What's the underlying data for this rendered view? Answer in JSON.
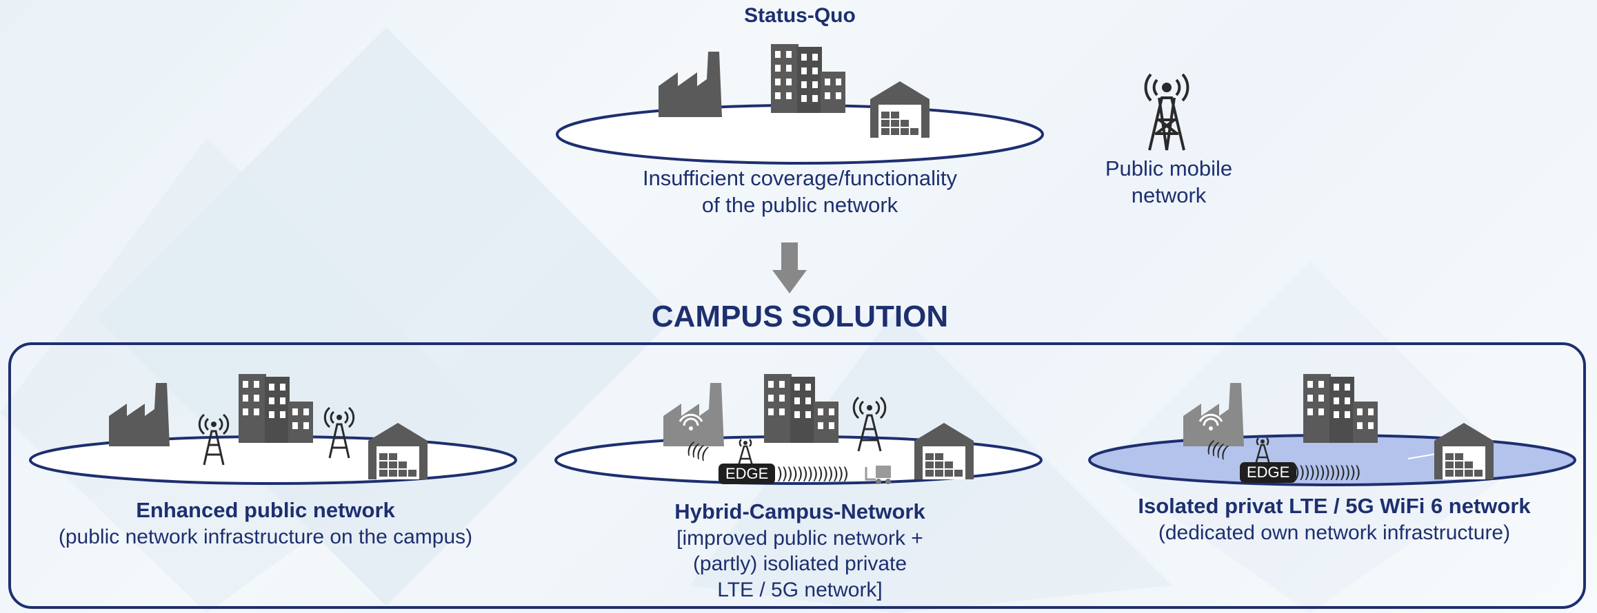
{
  "status_quo": {
    "title": "Status-Quo",
    "caption_line1": "Insufficient coverage/functionality",
    "caption_line2": "of the public network"
  },
  "public_mobile": {
    "line1": "Public mobile",
    "line2": "network"
  },
  "campus": {
    "title": "CAMPUS SOLUTION",
    "sections": [
      {
        "title": "Enhanced public network",
        "subtitle": "(public network infrastructure on the campus)"
      },
      {
        "title": "Hybrid-Campus-Network",
        "line1": "[improved public network +",
        "line2": "(partly) isoliated private",
        "line3": "LTE / 5G network]",
        "edge_label": "EDGE"
      },
      {
        "title": "Isolated privat LTE / 5G WiFi 6 network",
        "subtitle": "(dedicated own network infrastructure)",
        "edge_label": "EDGE"
      }
    ]
  },
  "colors": {
    "navy": "#1d2f6f",
    "building": "#5a5a5a",
    "isolated_fill": "#b3c3ec"
  }
}
